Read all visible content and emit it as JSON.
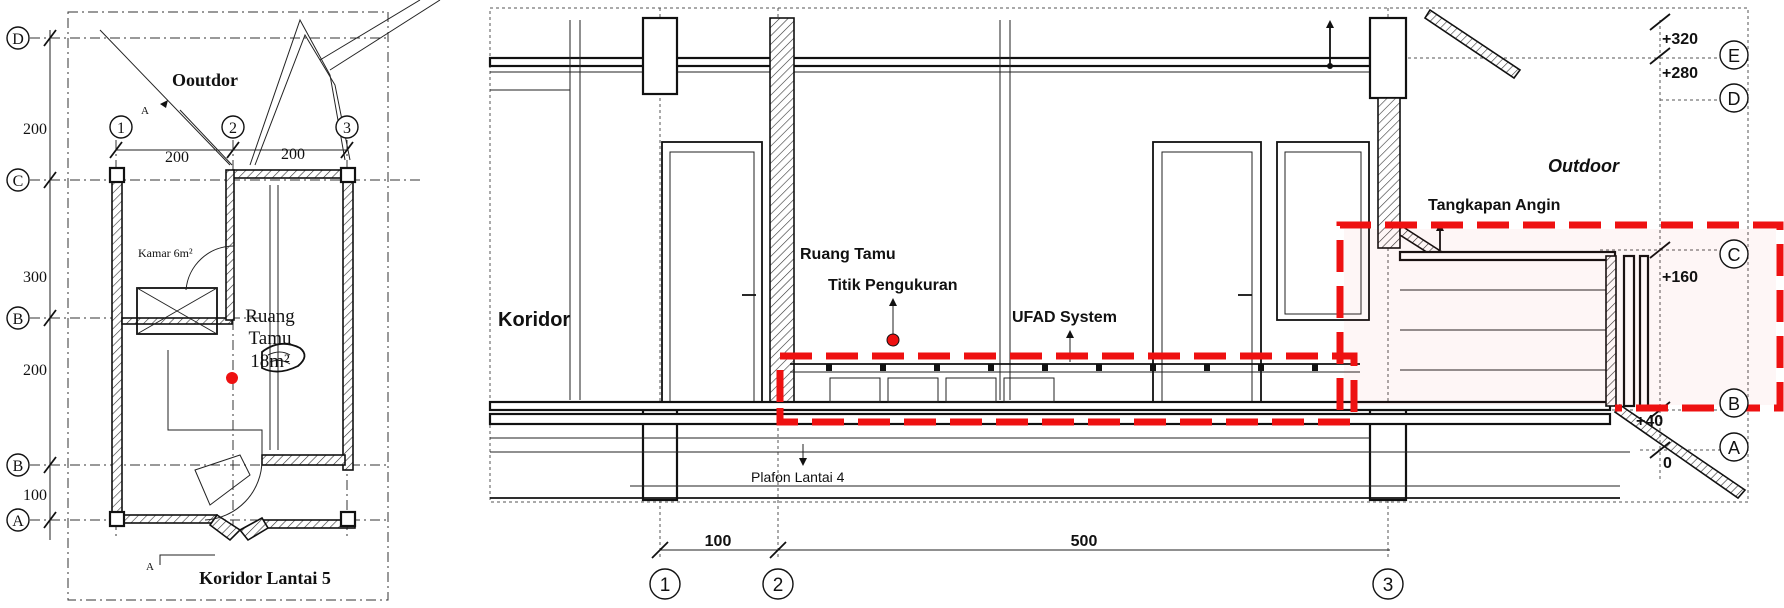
{
  "plan": {
    "outdoor_label": "Ooutdor",
    "kamar_label": "Kamar 6m²",
    "ruang_line1": "Ruang",
    "ruang_line2": "Tamu",
    "ruang_area": "18m²",
    "koridor_label": "Koridor Lantai 5",
    "section_mark_top": "A",
    "section_mark_bottom": "A",
    "grid_rows": [
      "D",
      "C",
      "B",
      "B",
      "A"
    ],
    "grid_cols": [
      "1",
      "2",
      "3"
    ],
    "dims_vertical": [
      "200",
      "300",
      "200",
      "100"
    ],
    "dims_horizontal": [
      "200",
      "200"
    ]
  },
  "section": {
    "koridor_label": "Koridor",
    "ruang_tamu_label": "Ruang Tamu",
    "titik_label": "Titik Pengukuran",
    "ufad_label": "UFAD System",
    "tangkapan_label": "Tangkapan Angin",
    "outdoor_label": "Outdoor",
    "plafon_label": "Plafon Lantai 4",
    "levels": [
      "+320",
      "+280",
      "+160",
      "+40",
      "0"
    ],
    "grid_rows": [
      "E",
      "D",
      "C",
      "B",
      "A"
    ],
    "grid_cols": [
      "1",
      "2",
      "3"
    ],
    "dims_bottom": [
      "100",
      "500"
    ]
  },
  "colors": {
    "highlight": "#ee1111",
    "measurement_point": "#ee1111"
  }
}
